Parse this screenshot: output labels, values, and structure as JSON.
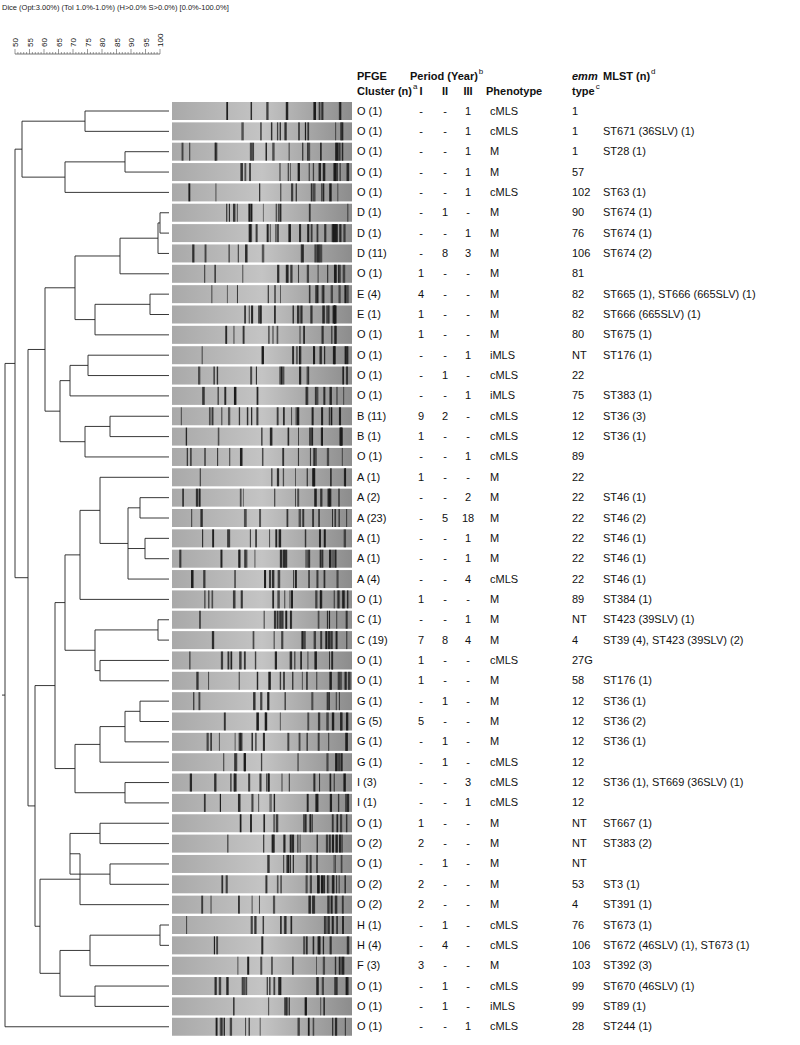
{
  "diagram": {
    "labels": [
      "Dice (Opt:3.00%) (Tol 1.0%-1.0%) (H>0.0% S>0.0%) [0.0%-100.0%]",
      "50",
      "55",
      "60",
      "65",
      "70",
      "75",
      "80",
      "85",
      "90",
      "95",
      "100",
      "PFGE",
      "Cluster (n)",
      "a",
      "Period (Year)",
      "b",
      "I",
      "II",
      "III",
      "Phenotype",
      "emm",
      "type",
      "c",
      "MLST (n)",
      "d",
      "O (1)",
      "-",
      "-",
      "1",
      "cMLS",
      "1",
      "O (1)",
      "-",
      "-",
      "1",
      "cMLS",
      "1",
      "ST671 (36SLV) (1)",
      "O (1)",
      "-",
      "-",
      "1",
      "M",
      "1",
      "ST28 (1)",
      "O (1)",
      "-",
      "-",
      "1",
      "M",
      "57",
      "O (1)",
      "-",
      "-",
      "1",
      "cMLS",
      "102",
      "ST63 (1)",
      "D (1)",
      "-",
      "1",
      "-",
      "M",
      "90",
      "ST674 (1)",
      "D (1)",
      "-",
      "-",
      "1",
      "M",
      "76",
      "ST674 (1)",
      "D (11)",
      "-",
      "8",
      "3",
      "M",
      "106",
      "ST674 (2)",
      "O (1)",
      "1",
      "-",
      "-",
      "M",
      "81",
      "E (4)",
      "4",
      "-",
      "-",
      "M",
      "82",
      "ST665 (1), ST666 (665SLV) (1)",
      "E (1)",
      "1",
      "-",
      "-",
      "M",
      "82",
      "ST666 (665SLV) (1)",
      "O (1)",
      "1",
      "-",
      "-",
      "M",
      "80",
      "ST675 (1)",
      "O (1)",
      "-",
      "-",
      "1",
      "iMLS",
      "NT",
      "ST176 (1)",
      "O (1)",
      "-",
      "1",
      "-",
      "cMLS",
      "22",
      "O (1)",
      "-",
      "-",
      "1",
      "iMLS",
      "75",
      "ST383 (1)",
      "B (11)",
      "9",
      "2",
      "-",
      "cMLS",
      "12",
      "ST36 (3)",
      "B (1)",
      "1",
      "-",
      "-",
      "cMLS",
      "12",
      "ST36 (1)",
      "O (1)",
      "-",
      "-",
      "1",
      "cMLS",
      "89",
      "A (1)",
      "1",
      "-",
      "-",
      "M",
      "22",
      "A (2)",
      "-",
      "-",
      "2",
      "M",
      "22",
      "ST46 (1)",
      "A (23)",
      "-",
      "5",
      "18",
      "M",
      "22",
      "ST46 (2)",
      "A (1)",
      "-",
      "-",
      "1",
      "M",
      "22",
      "ST46 (1)",
      "A (1)",
      "-",
      "-",
      "1",
      "M",
      "22",
      "ST46 (1)",
      "A (4)",
      "-",
      "-",
      "4",
      "cMLS",
      "22",
      "ST46 (1)",
      "O (1)",
      "1",
      "-",
      "-",
      "M",
      "89",
      "ST384 (1)",
      "C (1)",
      "-",
      "-",
      "1",
      "M",
      "NT",
      "ST423 (39SLV) (1)",
      "C (19)",
      "7",
      "8",
      "4",
      "M",
      "4",
      "ST39 (4), ST423 (39SLV) (2)",
      "O (1)",
      "1",
      "-",
      "-",
      "cMLS",
      "27G",
      "O (1)",
      "1",
      "-",
      "-",
      "M",
      "58",
      "ST176 (1)",
      "G (1)",
      "-",
      "1",
      "-",
      "M",
      "12",
      "ST36 (1)",
      "G (5)",
      "5",
      "-",
      "-",
      "M",
      "12",
      "ST36 (2)",
      "G (1)",
      "-",
      "1",
      "-",
      "M",
      "12",
      "ST36 (1)",
      "G (1)",
      "-",
      "1",
      "-",
      "cMLS",
      "12",
      "I (3)",
      "-",
      "-",
      "3",
      "cMLS",
      "12",
      "ST36 (1), ST669 (36SLV) (1)",
      "I (1)",
      "-",
      "-",
      "1",
      "cMLS",
      "12",
      "O (1)",
      "1",
      "-",
      "-",
      "M",
      "NT",
      "ST667 (1)",
      "O (2)",
      "2",
      "-",
      "-",
      "M",
      "NT",
      "ST383 (2)",
      "O (1)",
      "-",
      "1",
      "-",
      "M",
      "NT",
      "O (2)",
      "2",
      "-",
      "-",
      "M",
      "53",
      "ST3 (1)",
      "O (2)",
      "2",
      "-",
      "-",
      "M",
      "4",
      "ST391 (1)",
      "H (1)",
      "-",
      "1",
      "-",
      "cMLS",
      "76",
      "ST673 (1)",
      "H (4)",
      "-",
      "4",
      "-",
      "cMLS",
      "106",
      "ST672 (46SLV) (1), ST673 (1)",
      "F (3)",
      "3",
      "-",
      "-",
      "M",
      "103",
      "ST392 (3)",
      "O (1)",
      "-",
      "1",
      "-",
      "cMLS",
      "99",
      "ST670 (46SLV) (1)",
      "O (1)",
      "-",
      "1",
      "-",
      "iMLS",
      "99",
      "ST89 (1)",
      "O (1)",
      "-",
      "-",
      "1",
      "cMLS",
      "28",
      "ST244 (1)"
    ]
  }
}
